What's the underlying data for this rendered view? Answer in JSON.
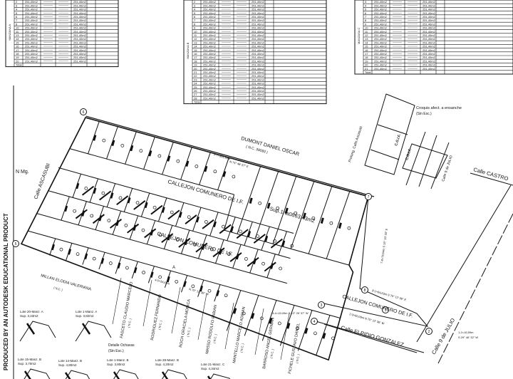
{
  "watermark": "PRODUCED BY AN AUTODESK EDUCATIONAL PRODUCT",
  "tables": [
    {
      "block": "MANZANA A",
      "rows": [
        "2",
        "3",
        "4",
        "5",
        "6",
        "7",
        "8",
        "10",
        "11",
        "13",
        "14",
        "15",
        "16",
        "17",
        "18",
        "19",
        "20"
      ],
      "area": "251,40m2",
      "total_label": "Total"
    },
    {
      "block": "MANZANA B",
      "rows": [
        "2",
        "3",
        "4",
        "5",
        "6",
        "7",
        "8",
        "9",
        "10",
        "11",
        "12",
        "13",
        "14",
        "15",
        "16",
        "17",
        "18",
        "19",
        "20",
        "21",
        "22",
        "23",
        "24",
        "25",
        "26",
        "27",
        "28"
      ],
      "area": "251,40m2",
      "total_label": "Total"
    },
    {
      "block": "MANZANA C",
      "rows": [
        "3",
        "4",
        "5",
        "6",
        "7",
        "8",
        "9",
        "10",
        "11",
        "12",
        "13",
        "14",
        "15",
        "16",
        "17",
        "18",
        "19",
        "20",
        "21"
      ],
      "area": "251,40m2",
      "total_label": "Total"
    }
  ],
  "labels": {
    "north": "N Mg.",
    "calle_ascasubi": "Calle ASCASUBI",
    "dumont": "DUMONT DANIEL OSCAR",
    "dumont_nc": "( N.C. 39093 )",
    "side_67": "6-7=391,60m",
    "bearing_67": "N 74° 48' 57\" E",
    "callejon_1": "CALLEJON COMUNERO DE I.F.",
    "superficie": "Sup.1ha0863.43m2",
    "callejon_2": "CALLEJON COMUNERO DE I.F.",
    "callejon_3": "CALLEJON COMUNERO DE I.F.",
    "millan": "MILLAN ELODIA VALERIANA",
    "millan_nc": "( N.C. )",
    "side_78": "7-8=78,64m  S 15° 10' 33\" E",
    "side_81": "8-1=64,63m  S 75° 12' 36\" E",
    "side_23": "2-3=60,09m  N 75° 12' 36\" W",
    "side_34": "3-4=15,09m\nS 13° 26' 37\" W",
    "side_12": "1-2=16,59m",
    "bearing_12": "S 29° 46' 32\" W",
    "side_45": "4-5=34,65m",
    "bearing_45": "N 75° 12' 36\" W",
    "croquis": "Croquis afect. a ensanche",
    "sin_esc": "(Sin Esc.)",
    "prolong": "Prolong. Calle Ascasubi",
    "cgif": "C.G.I.F.",
    "calle_9_julio": "Calle 9 de JULIO",
    "calle_castro": "Calle CASTRO",
    "calle_elpidio": "Calle ELPIDIO GONZALEZ",
    "detalle": "Detalle Ochavas",
    "detalle_esc": "(Sin Esc.)",
    "lot_a": "A"
  },
  "neighbors": [
    {
      "name": "FASCETO CLAUDIO MARCELO",
      "nc": "( N.C. )"
    },
    {
      "name": "RODRIGUEZ FERNANDO",
      "nc": "( N.C. )"
    },
    {
      "name": "ROCH GRACIELA MONICA",
      "nc": "( N.C. )"
    },
    {
      "name": "MASSO RODOLFO FABIAN",
      "nc": "( N.C. )"
    },
    {
      "name": "MANTELLO MARCELO ADRIAN",
      "nc": "( N.C. )"
    },
    {
      "name": "BARROSO ANGEL GERMAN",
      "nc": "( N.C. )"
    },
    {
      "name": "FICHELE GUSTAVO DANIEL",
      "nc": "( N.C. )"
    }
  ],
  "details": [
    {
      "lote": "Lote 20-Manz. A",
      "sup": "Sup. 3,23m2"
    },
    {
      "lote": "Lote 1-Manz. A",
      "sup": "Sup. 3,82m2"
    },
    {
      "lote": "Lote 15-Manz. B",
      "sup": "Sup. 3,70m2"
    },
    {
      "lote": "Lote 14-Manz. B",
      "sup": "Sup. 4,80m2"
    },
    {
      "lote": "Lote 1-Manz. B",
      "sup": "Sup. 3,80m2"
    },
    {
      "lote": "Lote 28-Manz. B",
      "sup": "Sup. 4,20m2"
    },
    {
      "lote": "Lote 21-Manz. C",
      "sup": "Sup. 4,34m2"
    }
  ],
  "vertices": [
    "6",
    "7",
    "5",
    "8",
    "1",
    "2",
    "3",
    "4"
  ]
}
